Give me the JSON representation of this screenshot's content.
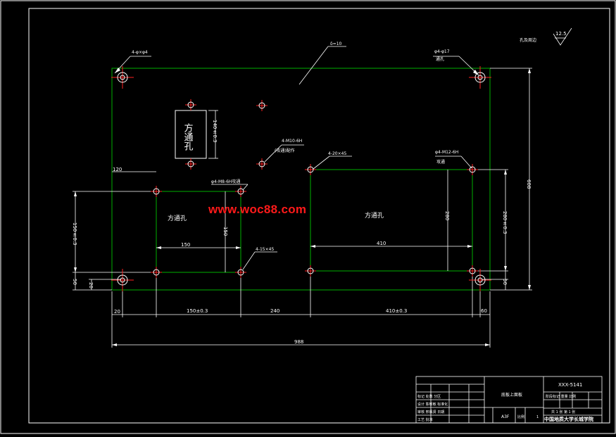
{
  "drawing": {
    "roughness_note": "孔及周边",
    "roughness_value": "12.5",
    "thickness_note": "δ=10",
    "corner_holes": "4-φ×φ4",
    "top_right_hole": "φ4-φ17",
    "top_right_hole_sub": "通孔",
    "square_hole_left": "方通孔",
    "square_hole_right": "方通孔",
    "square_hole_small": "方通孔",
    "square_hole_small_dim": "140±0.3",
    "thread_m10": "4-M10-6H",
    "thread_m10_sub": "(攻通)配作",
    "holes_20": "4-20×45",
    "thread_m12_right": "φ4-M12-6H",
    "thread_m12_right_sub": "攻通",
    "thread_m8": "φ4-M8-6H攻通",
    "holes_15": "4-15×45",
    "dim_120": "120",
    "dim_150_left_h": "150",
    "dim_150_left_v": "150",
    "dim_150_03_v": "150±0.3",
    "dim_410": "410",
    "dim_280": "280",
    "dim_280_03": "280±0.3",
    "dim_608": "608",
    "dim_50_left": "50",
    "dim_20_left": "20",
    "dim_50_right": "50",
    "dim_20_bottom": "20",
    "dim_150_03_h": "150±0.3",
    "dim_240": "240",
    "dim_410_03": "410±0.3",
    "dim_60": "60",
    "dim_988": "988"
  },
  "watermark": "www.woc88.com",
  "title_block": {
    "part_name": "底板上面板",
    "drawing_no": "XXX-5141",
    "material": "A3F",
    "scale_label": "比例",
    "scale_value": "1",
    "school": "中国地质大学长城学院",
    "rows": [
      "标记 处数 分区",
      "设计 陈敏敏 标准化",
      "审核 邢佩贤 日期",
      "工艺 批准"
    ],
    "header_right": "阶段标记 重量 比例",
    "sheet_info": "共 1 张 第 1 张"
  },
  "colors": {
    "background": "#000000",
    "frame": "#ffffff",
    "outline": "#00b000",
    "center": "#ff2020",
    "watermark": "#ff1a1a"
  }
}
